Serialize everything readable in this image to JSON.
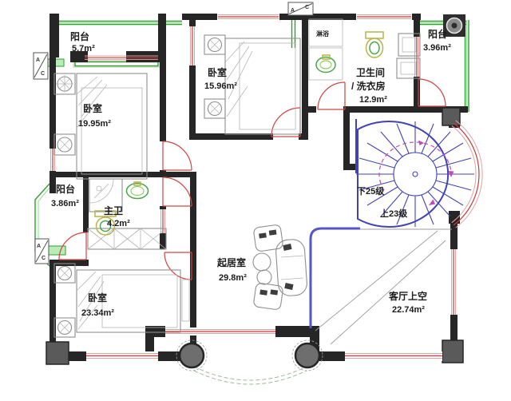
{
  "colors": {
    "wall": "#262626",
    "pillar": "#5a5a5a",
    "window-red": "#c63b3b",
    "window-red-light": "#e6a0a0",
    "green": "#2e9e2e",
    "green-light": "#9adf9a",
    "stair-blue": "#4343b2",
    "railing-blue": "#5656c8",
    "magenta": "#bf49bf",
    "door-red": "#d24444",
    "furniture": "#8f8f8f",
    "fixture-green": "#4aa64a",
    "fixture-yellow": "#b9b44a",
    "column": "#6e6e6e",
    "text": "#1c1c1c",
    "void-line": "#9d9d9d",
    "background": "#ffffff"
  },
  "rooms": [
    {
      "name": "阳台",
      "area": "5.7m²"
    },
    {
      "name": "卧室",
      "area": "19.95m²"
    },
    {
      "name": "卧室",
      "area": "15.96m²"
    },
    {
      "name": "卫生间",
      "name2": "/ 洗衣房",
      "area": "12.9m²"
    },
    {
      "name": "阳台",
      "area": "3.96m²"
    },
    {
      "name": "阳台",
      "area": "3.86m²"
    },
    {
      "name": "主卫",
      "area": "4.2m²"
    },
    {
      "name": "卧室",
      "area": "23.34m²"
    },
    {
      "name": "起居室",
      "area": "29.8m²"
    },
    {
      "name": "客厅上空",
      "area": "22.74m²"
    }
  ],
  "stair": {
    "down_label": "下25级",
    "up_label": "上23级"
  },
  "fixtures": {
    "shower_label": "淋浴"
  },
  "ac_unit": {
    "letter_a": "A",
    "letter_c": "C"
  }
}
